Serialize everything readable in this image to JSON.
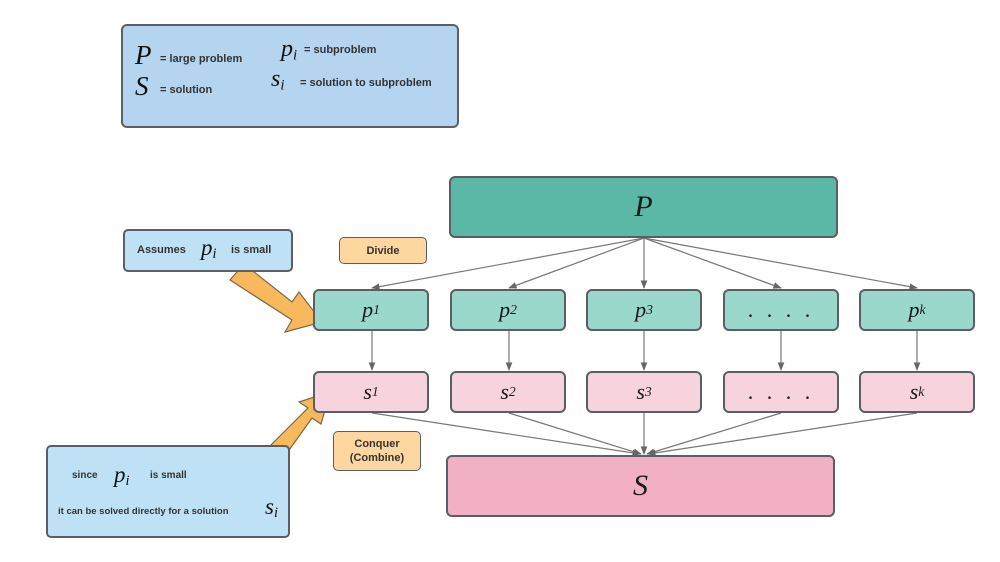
{
  "legend": {
    "p_symbol": "P",
    "p_desc": "= large problem",
    "pi_symbol": "p",
    "pi_sub": "i",
    "pi_desc": "= subproblem",
    "s_symbol": "S",
    "s_desc": "= solution",
    "si_symbol": "s",
    "si_sub": "i",
    "si_desc": "= solution to subproblem"
  },
  "top_node": {
    "label": "P"
  },
  "subproblems": [
    {
      "symbol": "p",
      "sub": "1"
    },
    {
      "symbol": "p",
      "sub": "2"
    },
    {
      "symbol": "p",
      "sub": "3"
    },
    {
      "symbol": ". . . .",
      "sub": ""
    },
    {
      "symbol": "p",
      "sub": "k"
    }
  ],
  "solutions": [
    {
      "symbol": "s",
      "sub": "1"
    },
    {
      "symbol": "s",
      "sub": "2"
    },
    {
      "symbol": "s",
      "sub": "3"
    },
    {
      "symbol": ". . . .",
      "sub": ""
    },
    {
      "symbol": "s",
      "sub": "k"
    }
  ],
  "bottom_node": {
    "label": "S"
  },
  "divide_tag": "Divide",
  "conquer_tag": "Conquer\n(Combine)",
  "assumes_note": {
    "prefix": "Assumes",
    "symbol": "p",
    "sub": "i",
    "suffix": "is small"
  },
  "since_note": {
    "prefix": "since",
    "symbol": "p",
    "sub": "i",
    "suffix": "is small",
    "line2": "it  can be solved directly for a solution",
    "line2_symbol": "s",
    "line2_sub": "i"
  },
  "colors": {
    "legend_fill": "#b4d4f0",
    "top_fill": "#5cb8a6",
    "sub_fill": "#9ad8cb",
    "sol_fill": "#f7d3de",
    "bottom_fill": "#f1b0c3",
    "tag_fill": "#fed7a0",
    "arrow_fill": "#f8b85c"
  }
}
